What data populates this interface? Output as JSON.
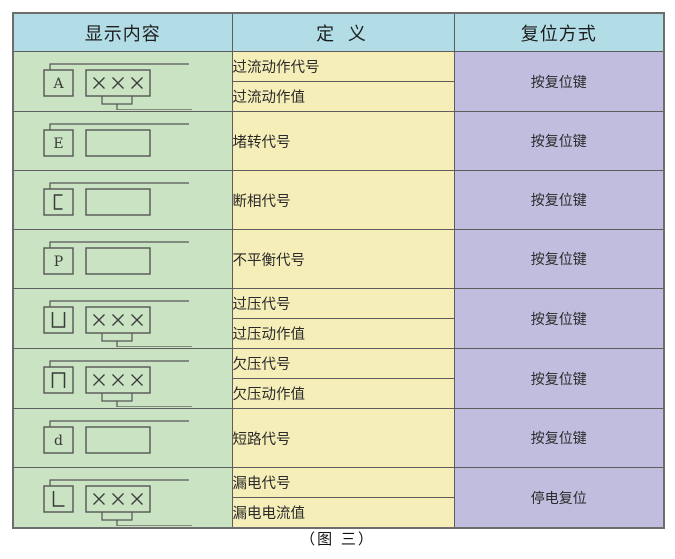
{
  "figure": {
    "caption": "（图 三）"
  },
  "table": {
    "headers": [
      {
        "label": "显示内容",
        "name": "display-content"
      },
      {
        "label": "定 义",
        "name": "definition"
      },
      {
        "label": "复位方式",
        "name": "reset-method"
      }
    ],
    "colors": {
      "header_bg": "#b2dde6",
      "display_bg": "#c9e3c3",
      "definition_bg": "#f6eeb9",
      "reset_bg": "#c0bddf",
      "border": "#5d5d5d",
      "outer_border": "#6d6d6d",
      "glyph_stroke": "#555555"
    },
    "rows": [
      {
        "name": "row-overcurrent",
        "glyph": {
          "code": "A",
          "shape": "letter",
          "value_box": "xxx"
        },
        "definitions": [
          "过流动作代号",
          "过流动作值"
        ],
        "reset": "按复位键"
      },
      {
        "name": "row-stall",
        "glyph": {
          "code": "E",
          "shape": "letter",
          "value_box": "blank"
        },
        "definitions": [
          "堵转代号"
        ],
        "reset": "按复位键"
      },
      {
        "name": "row-phase-loss",
        "glyph": {
          "code": "C",
          "shape": "bracket-c",
          "value_box": "blank"
        },
        "definitions": [
          "断相代号"
        ],
        "reset": "按复位键"
      },
      {
        "name": "row-unbalance",
        "glyph": {
          "code": "P",
          "shape": "letter",
          "value_box": "blank"
        },
        "definitions": [
          "不平衡代号"
        ],
        "reset": "按复位键"
      },
      {
        "name": "row-overvoltage",
        "glyph": {
          "code": "U",
          "shape": "u-shape",
          "value_box": "xxx"
        },
        "definitions": [
          "过压代号",
          "过压动作值"
        ],
        "reset": "按复位键"
      },
      {
        "name": "row-undervoltage",
        "glyph": {
          "code": "n",
          "shape": "n-shape",
          "value_box": "xxx"
        },
        "definitions": [
          "欠压代号",
          "欠压动作值"
        ],
        "reset": "按复位键"
      },
      {
        "name": "row-short-circuit",
        "glyph": {
          "code": "d",
          "shape": "letter",
          "value_box": "blank"
        },
        "definitions": [
          "短路代号"
        ],
        "reset": "按复位键"
      },
      {
        "name": "row-leakage",
        "glyph": {
          "code": "L",
          "shape": "l-shape",
          "value_box": "xxx"
        },
        "definitions": [
          "漏电代号",
          "漏电电流值"
        ],
        "reset": "停电复位"
      }
    ]
  }
}
